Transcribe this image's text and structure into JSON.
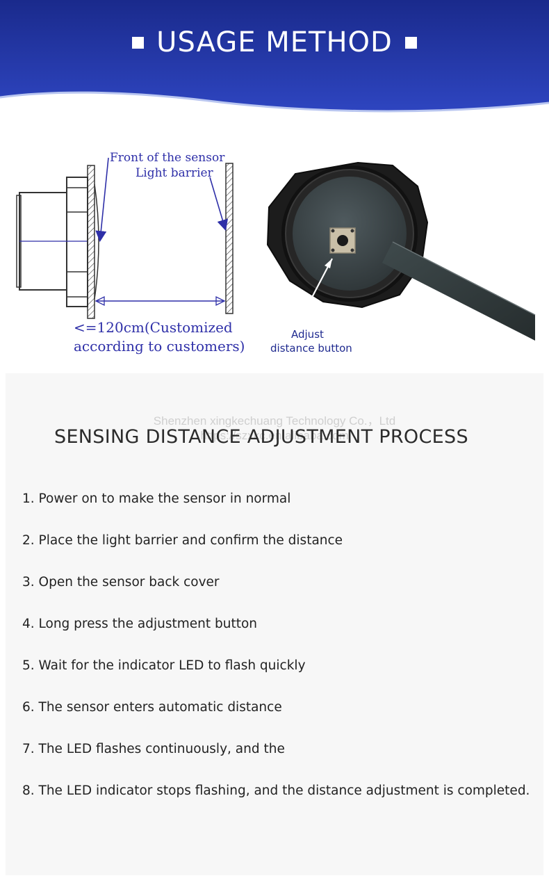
{
  "banner": {
    "title": "USAGE METHOD"
  },
  "diagram": {
    "front_label": "Front of the sensor",
    "barrier_label": "Light barrier",
    "distance_line1": "<=120cm(Customized",
    "distance_line2": "according to customers)"
  },
  "photo": {
    "button_label_line1": "Adjust",
    "button_label_line2": "distance button"
  },
  "watermark": {
    "company": "Shenzhen xingkechuang Technology Co.，Ltd",
    "sub": "https://szxkc.en.alibaba.com"
  },
  "process": {
    "title": "SENSING DISTANCE ADJUSTMENT PROCESS",
    "steps": [
      "1. Power on to make  the sensor in normal",
      "2. Place the light barrier and confirm the distance",
      "3. Open the sensor back cover",
      "4. Long press the adjustment button",
      "5. Wait for the indicator LED to flash quickly",
      "6. The sensor enters automatic distance",
      "7. The LED flashes continuously, and the",
      "8. The LED indicator stops flashing, and the distance adjustment is completed."
    ]
  },
  "colors": {
    "banner_blue": "#1e2fa0",
    "label_blue": "#2e2fa8"
  }
}
